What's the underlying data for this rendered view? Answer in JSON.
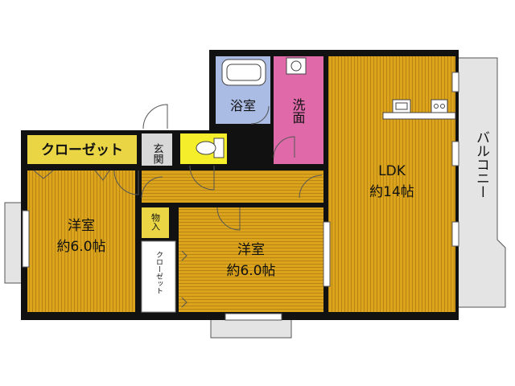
{
  "rooms": {
    "closet_top": "クローゼット",
    "genkan": "玄関",
    "bath": "浴室",
    "washroom": "洗面",
    "ldk_name": "LDK",
    "ldk_size": "約14帖",
    "balcony": "バルコニー",
    "west_room_name": "洋室",
    "west_room_size": "約6.0帖",
    "storage": "物入",
    "center_room_name": "洋室",
    "center_room_size": "約6.0帖",
    "closet_side": "クローゼット"
  },
  "colors": {
    "wood_floor": "#dba41c",
    "wood_line": "#b07d10",
    "tatami_yellow": "#ead545",
    "bath_blue": "#aabbe4",
    "wash_pink": "#e06aa9",
    "toilet_yellow": "#f4ef2a",
    "wall": "#111111",
    "balcony_gray": "#e4e4e4"
  }
}
